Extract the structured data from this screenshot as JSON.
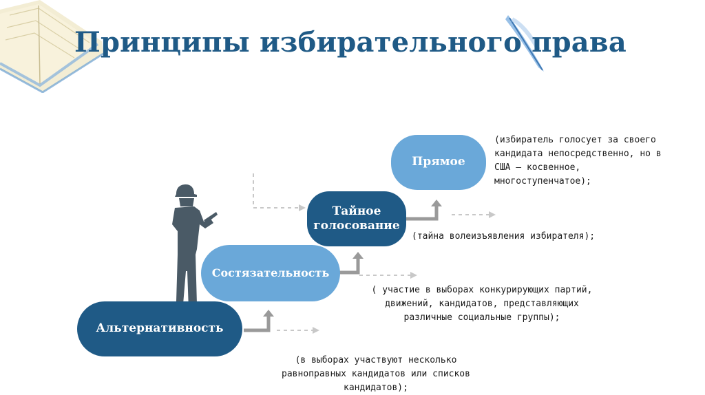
{
  "title": "Принципы избирательного права",
  "steps": [
    {
      "label": "Альтернативность",
      "note": [
        "(в выборах участвуют несколько",
        "равноправных кандидатов или списков",
        "кандидатов);"
      ]
    },
    {
      "label": "Состязательность",
      "note": [
        "( участие в выборах конкурирующих партий,",
        "движений, кандидатов, представляющих",
        "различные  социальные группы);"
      ]
    },
    {
      "label_lines": [
        "Тайное",
        "голосование"
      ],
      "note": [
        "(тайна волеизъявления избирателя);"
      ]
    },
    {
      "label": "Прямое",
      "note": [
        "(избиратель голосует за своего",
        "кандидата непосредственно, но в",
        "США – косвенное,",
        "многоступенчатое);"
      ]
    }
  ],
  "colors": {
    "title": "#1f5a86",
    "dark": "#1f5a86",
    "light": "#6aa8d9",
    "arrow": "#9a9a9a",
    "figure": "#4a5a66"
  },
  "icons": [
    "open-book-icon",
    "quill-pen-icon",
    "worker-figure-icon",
    "step-arrow-icon"
  ]
}
